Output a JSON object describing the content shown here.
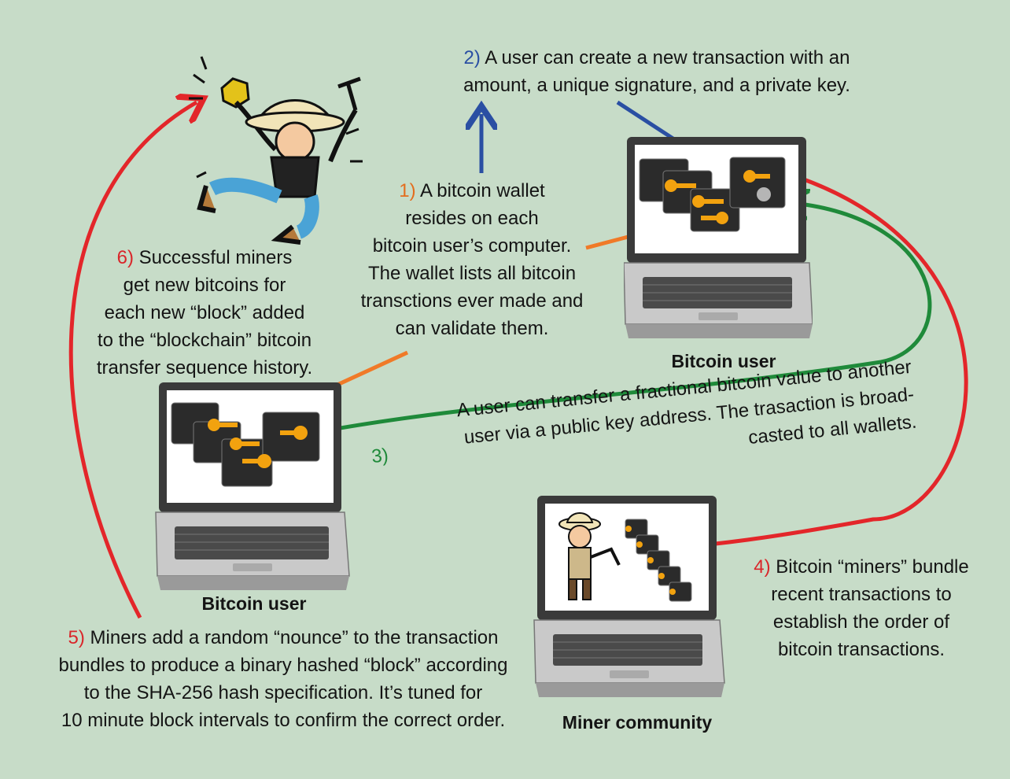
{
  "steps": {
    "s1": {
      "num": "1)",
      "lines": [
        "A bitcoin wallet",
        "resides on each",
        "bitcoin user’s computer.",
        "The wallet lists all bitcoin",
        "transctions ever made and",
        "can validate them."
      ]
    },
    "s2": {
      "num": "2)",
      "lines": [
        "A user can create a new transaction with an",
        "amount, a unique signature, and a private key."
      ]
    },
    "s3": {
      "num": "3)",
      "lines": [
        "A user can transfer a fractional bitcoin value to another",
        "user via a public key address. The trasaction is broad-",
        "casted to all wallets."
      ]
    },
    "s4": {
      "num": "4)",
      "lines": [
        "Bitcoin “miners” bundle",
        "recent transactions to",
        "establish the order of",
        "bitcoin transactions."
      ]
    },
    "s5": {
      "num": "5)",
      "lines": [
        "Miners add a random “nounce” to the transaction",
        "bundles to produce a binary hashed “block” according",
        "to the SHA-256 hash specification. It’s tuned for",
        "10 minute block intervals to confirm the correct order."
      ]
    },
    "s6": {
      "num": "6)",
      "lines": [
        "Successful miners",
        "get new bitcoins for",
        "each new “block” added",
        "to the “blockchain” bitcoin",
        "transfer sequence history."
      ]
    }
  },
  "labels": {
    "user_top": "Bitcoin user",
    "user_left": "Bitcoin user",
    "miners": "Miner community"
  },
  "colors": {
    "background": "#c7dcc8",
    "orange": "#f07a28",
    "blue": "#2a4fa3",
    "green": "#1f8a3a",
    "red": "#e3262a"
  },
  "icons": [
    "laptop-icon",
    "wallet-icon",
    "key-icon",
    "miner-icon",
    "prospector-icon"
  ]
}
